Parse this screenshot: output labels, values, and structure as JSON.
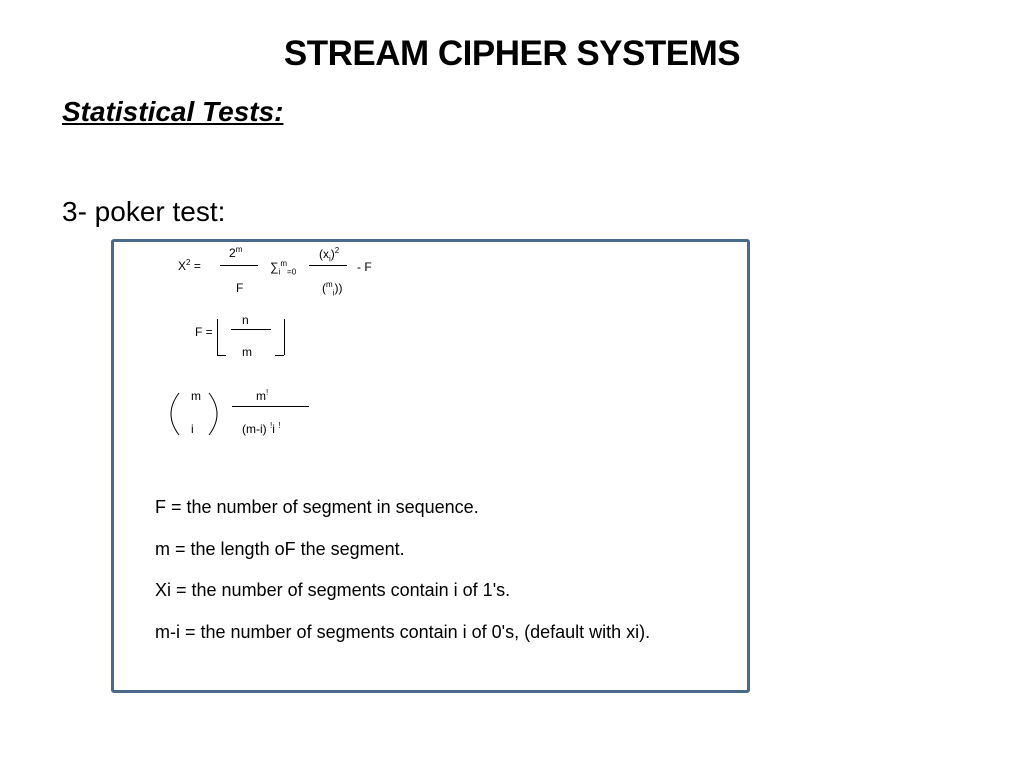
{
  "slide": {
    "title": "STREAM CIPHER SYSTEMS",
    "subtitle": "Statistical Tests:",
    "heading": "3- poker test:"
  },
  "formula_chi": {
    "lhs": "X",
    "lhs_sup": "2",
    "eq": "=",
    "frac1_num": "2",
    "frac1_num_sup": "m",
    "frac1_den": "F",
    "sum_symbol": "∑",
    "sum_index": "i",
    "sum_upper": "m",
    "sum_lower": "=0",
    "frac2_num_base": "(x",
    "frac2_num_sub": "i",
    "frac2_num_close": ")",
    "frac2_num_sup": "2",
    "frac2_den_open": "(",
    "frac2_den_sup": "m",
    "frac2_den_sub": "i",
    "frac2_den_close": "))",
    "minus_term": "- F"
  },
  "formula_f": {
    "lhs": "F =",
    "num": "n",
    "den": "m"
  },
  "formula_binom": {
    "top": "m",
    "bottom": "i",
    "num_base": "m",
    "num_sup": "!",
    "den_base": "(m-i)",
    "den_sup": "!",
    "den_i": "i",
    "den_sup2": "!"
  },
  "descriptions": [
    "F = the number of segment in sequence.",
    "m = the length oF the segment.",
    "Xi = the number of segments contain i of 1's.",
    "m-i = the number of segments contain i of 0's, (default with xi)."
  ],
  "colors": {
    "box_border": "#4a6a8c"
  }
}
